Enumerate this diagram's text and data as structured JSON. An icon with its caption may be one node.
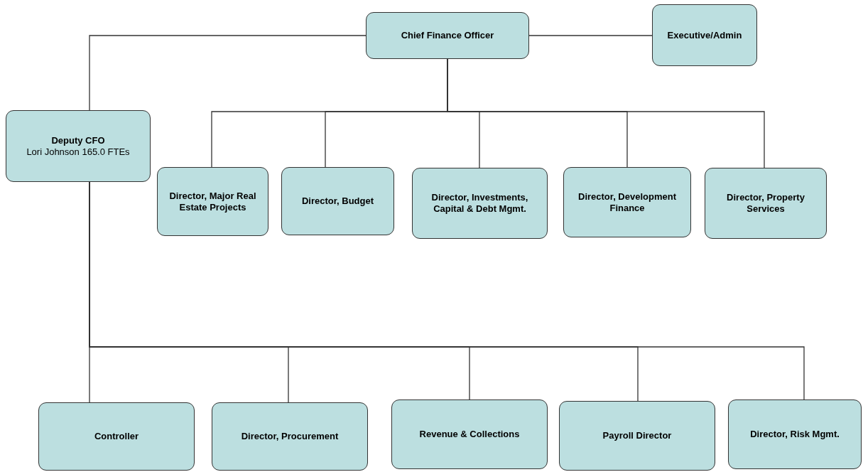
{
  "diagram": {
    "nodes": [
      {
        "text": [
          "Chief Finance Officer"
        ]
      },
      {
        "text": [
          "Executive/Admin"
        ]
      },
      {
        "text": [
          "Deputy CFO",
          "Lori Johnson 165.0 FTEs"
        ]
      },
      {
        "text": [
          "Director, Major Real Estate Projects"
        ]
      },
      {
        "text": [
          "Director, Budget"
        ]
      },
      {
        "text": [
          "Director, Investments, Capital & Debt Mgmt."
        ]
      },
      {
        "text": [
          "Director, Development Finance"
        ]
      },
      {
        "text": [
          "Director, Property Services"
        ]
      },
      {
        "text": [
          "Controller"
        ]
      },
      {
        "text": [
          "Director, Procurement"
        ]
      },
      {
        "text": [
          "Revenue & Collections"
        ]
      },
      {
        "text": [
          "Payroll Director"
        ]
      },
      {
        "text": [
          "Director, Risk Mgmt."
        ]
      }
    ],
    "edges": [
      {
        "from": 0,
        "to": 1,
        "arrow": "none"
      },
      {
        "from": 0,
        "to": 2,
        "arrow": "none"
      },
      {
        "from": 0,
        "to": 3,
        "arrow": "none"
      },
      {
        "from": 0,
        "to": 4,
        "arrow": "none"
      },
      {
        "from": 0,
        "to": 5,
        "arrow": "none"
      },
      {
        "from": 0,
        "to": 6,
        "arrow": "none"
      },
      {
        "from": 0,
        "to": 7,
        "arrow": "none"
      },
      {
        "from": 2,
        "to": 8,
        "arrow": "none"
      },
      {
        "from": 2,
        "to": 9,
        "arrow": "none"
      },
      {
        "from": 2,
        "to": 10,
        "arrow": "none"
      },
      {
        "from": 2,
        "to": 11,
        "arrow": "none"
      },
      {
        "from": 2,
        "to": 12,
        "arrow": "none"
      }
    ]
  }
}
